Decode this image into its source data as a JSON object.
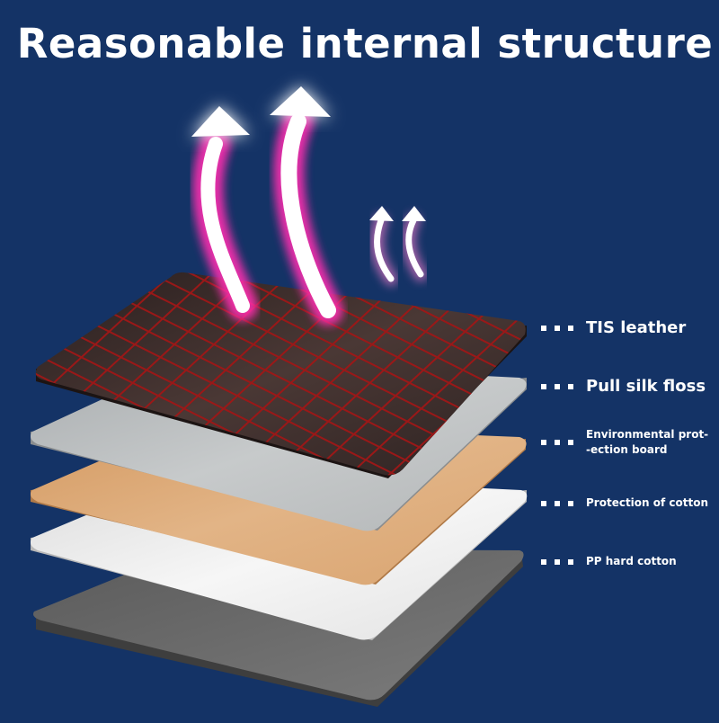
{
  "title": "Reasonable internal structure",
  "layers": [
    {
      "label": "TIS leather",
      "color": "#3a2a28"
    },
    {
      "label": "Pull silk floss",
      "color": "#b9bcbd"
    },
    {
      "label": "Environmental prot-\n-ection board",
      "color": "#d9a673"
    },
    {
      "label": "Protection of cotton",
      "color": "#ececec"
    },
    {
      "label": "PP hard cotton",
      "color": "#6b6b6b"
    }
  ],
  "colors": {
    "background": "#143366",
    "stitching": "#a01818",
    "heat_glow": "#ff2fb0"
  }
}
